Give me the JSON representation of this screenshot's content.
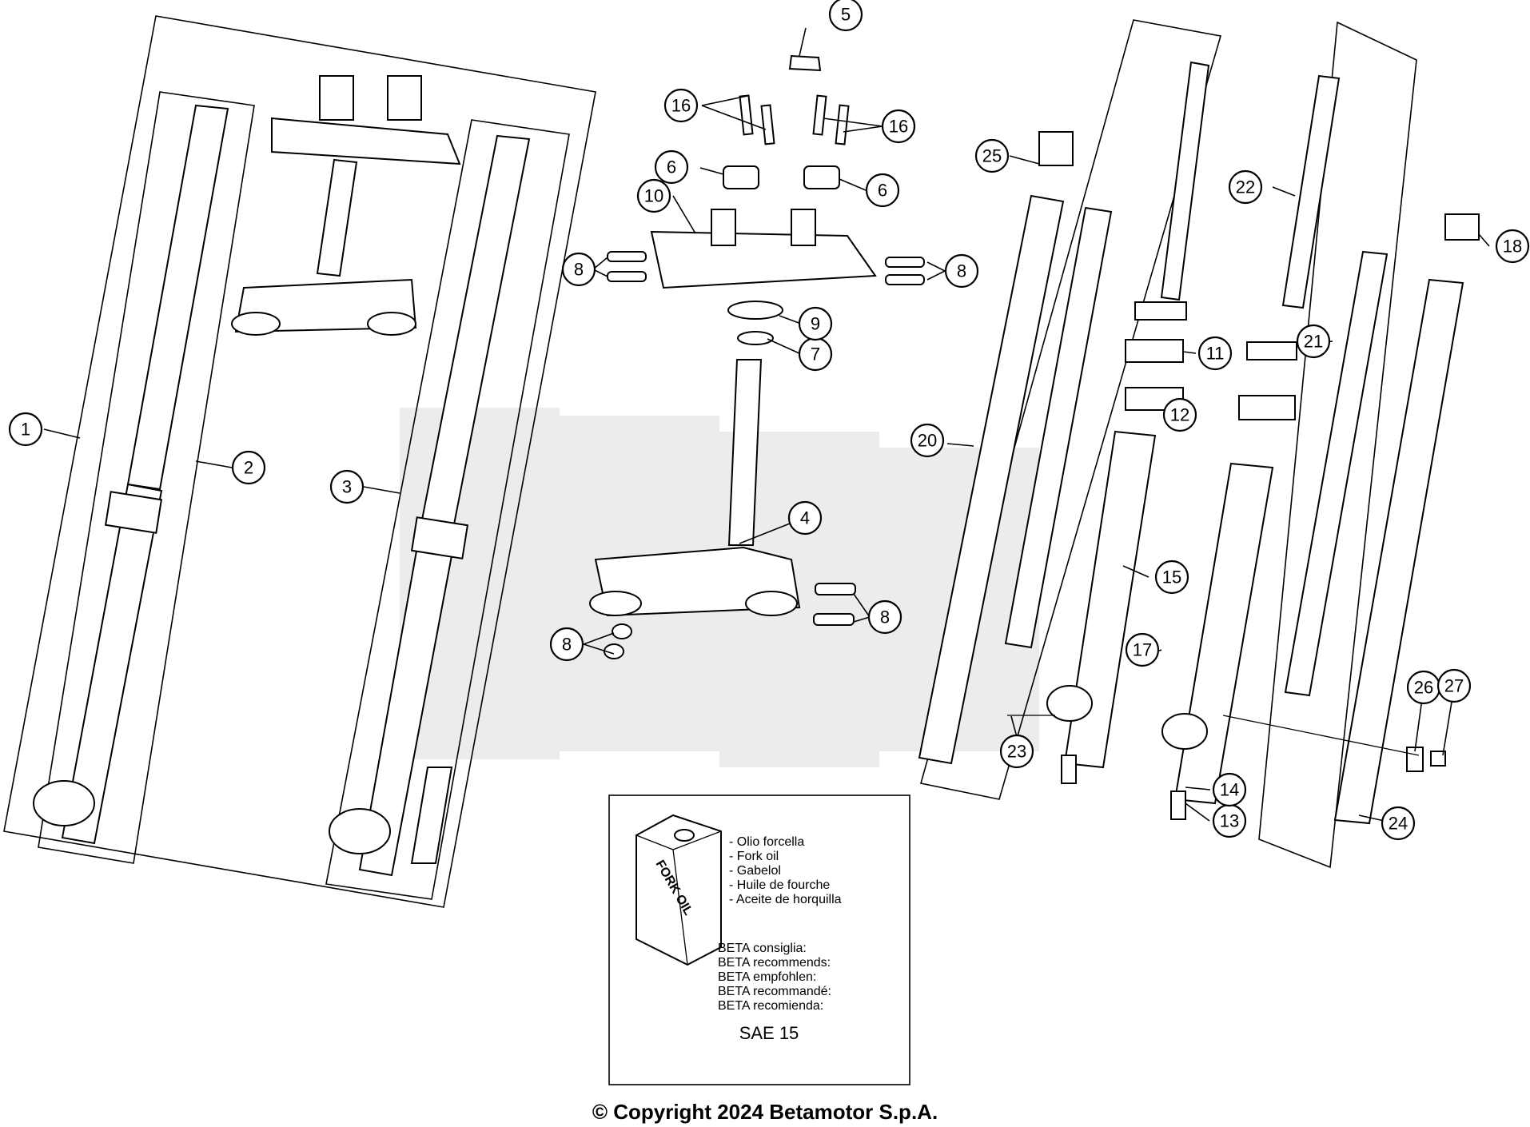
{
  "callouts": [
    "1",
    "2",
    "3",
    "4",
    "5",
    "6",
    "6",
    "7",
    "8",
    "8",
    "8",
    "8",
    "9",
    "10",
    "11",
    "12",
    "13",
    "14",
    "15",
    "16",
    "16",
    "17",
    "18",
    "20",
    "21",
    "22",
    "23",
    "24",
    "25",
    "26",
    "27"
  ],
  "oil_box": {
    "can_label": "FORK OIL",
    "oil_lines": [
      "- Olio forcella",
      "- Fork oil",
      "- Gabelol",
      "- Huile de fourche",
      "- Aceite de horquilla"
    ],
    "recommend_lines": [
      "BETA consiglia:",
      "BETA recommends:",
      "BETA empfohlen:",
      "BETA recommandé:",
      "BETA recomienda:"
    ],
    "grade": "SAE 15"
  },
  "copyright": "© Copyright 2024 Betamotor S.p.A."
}
